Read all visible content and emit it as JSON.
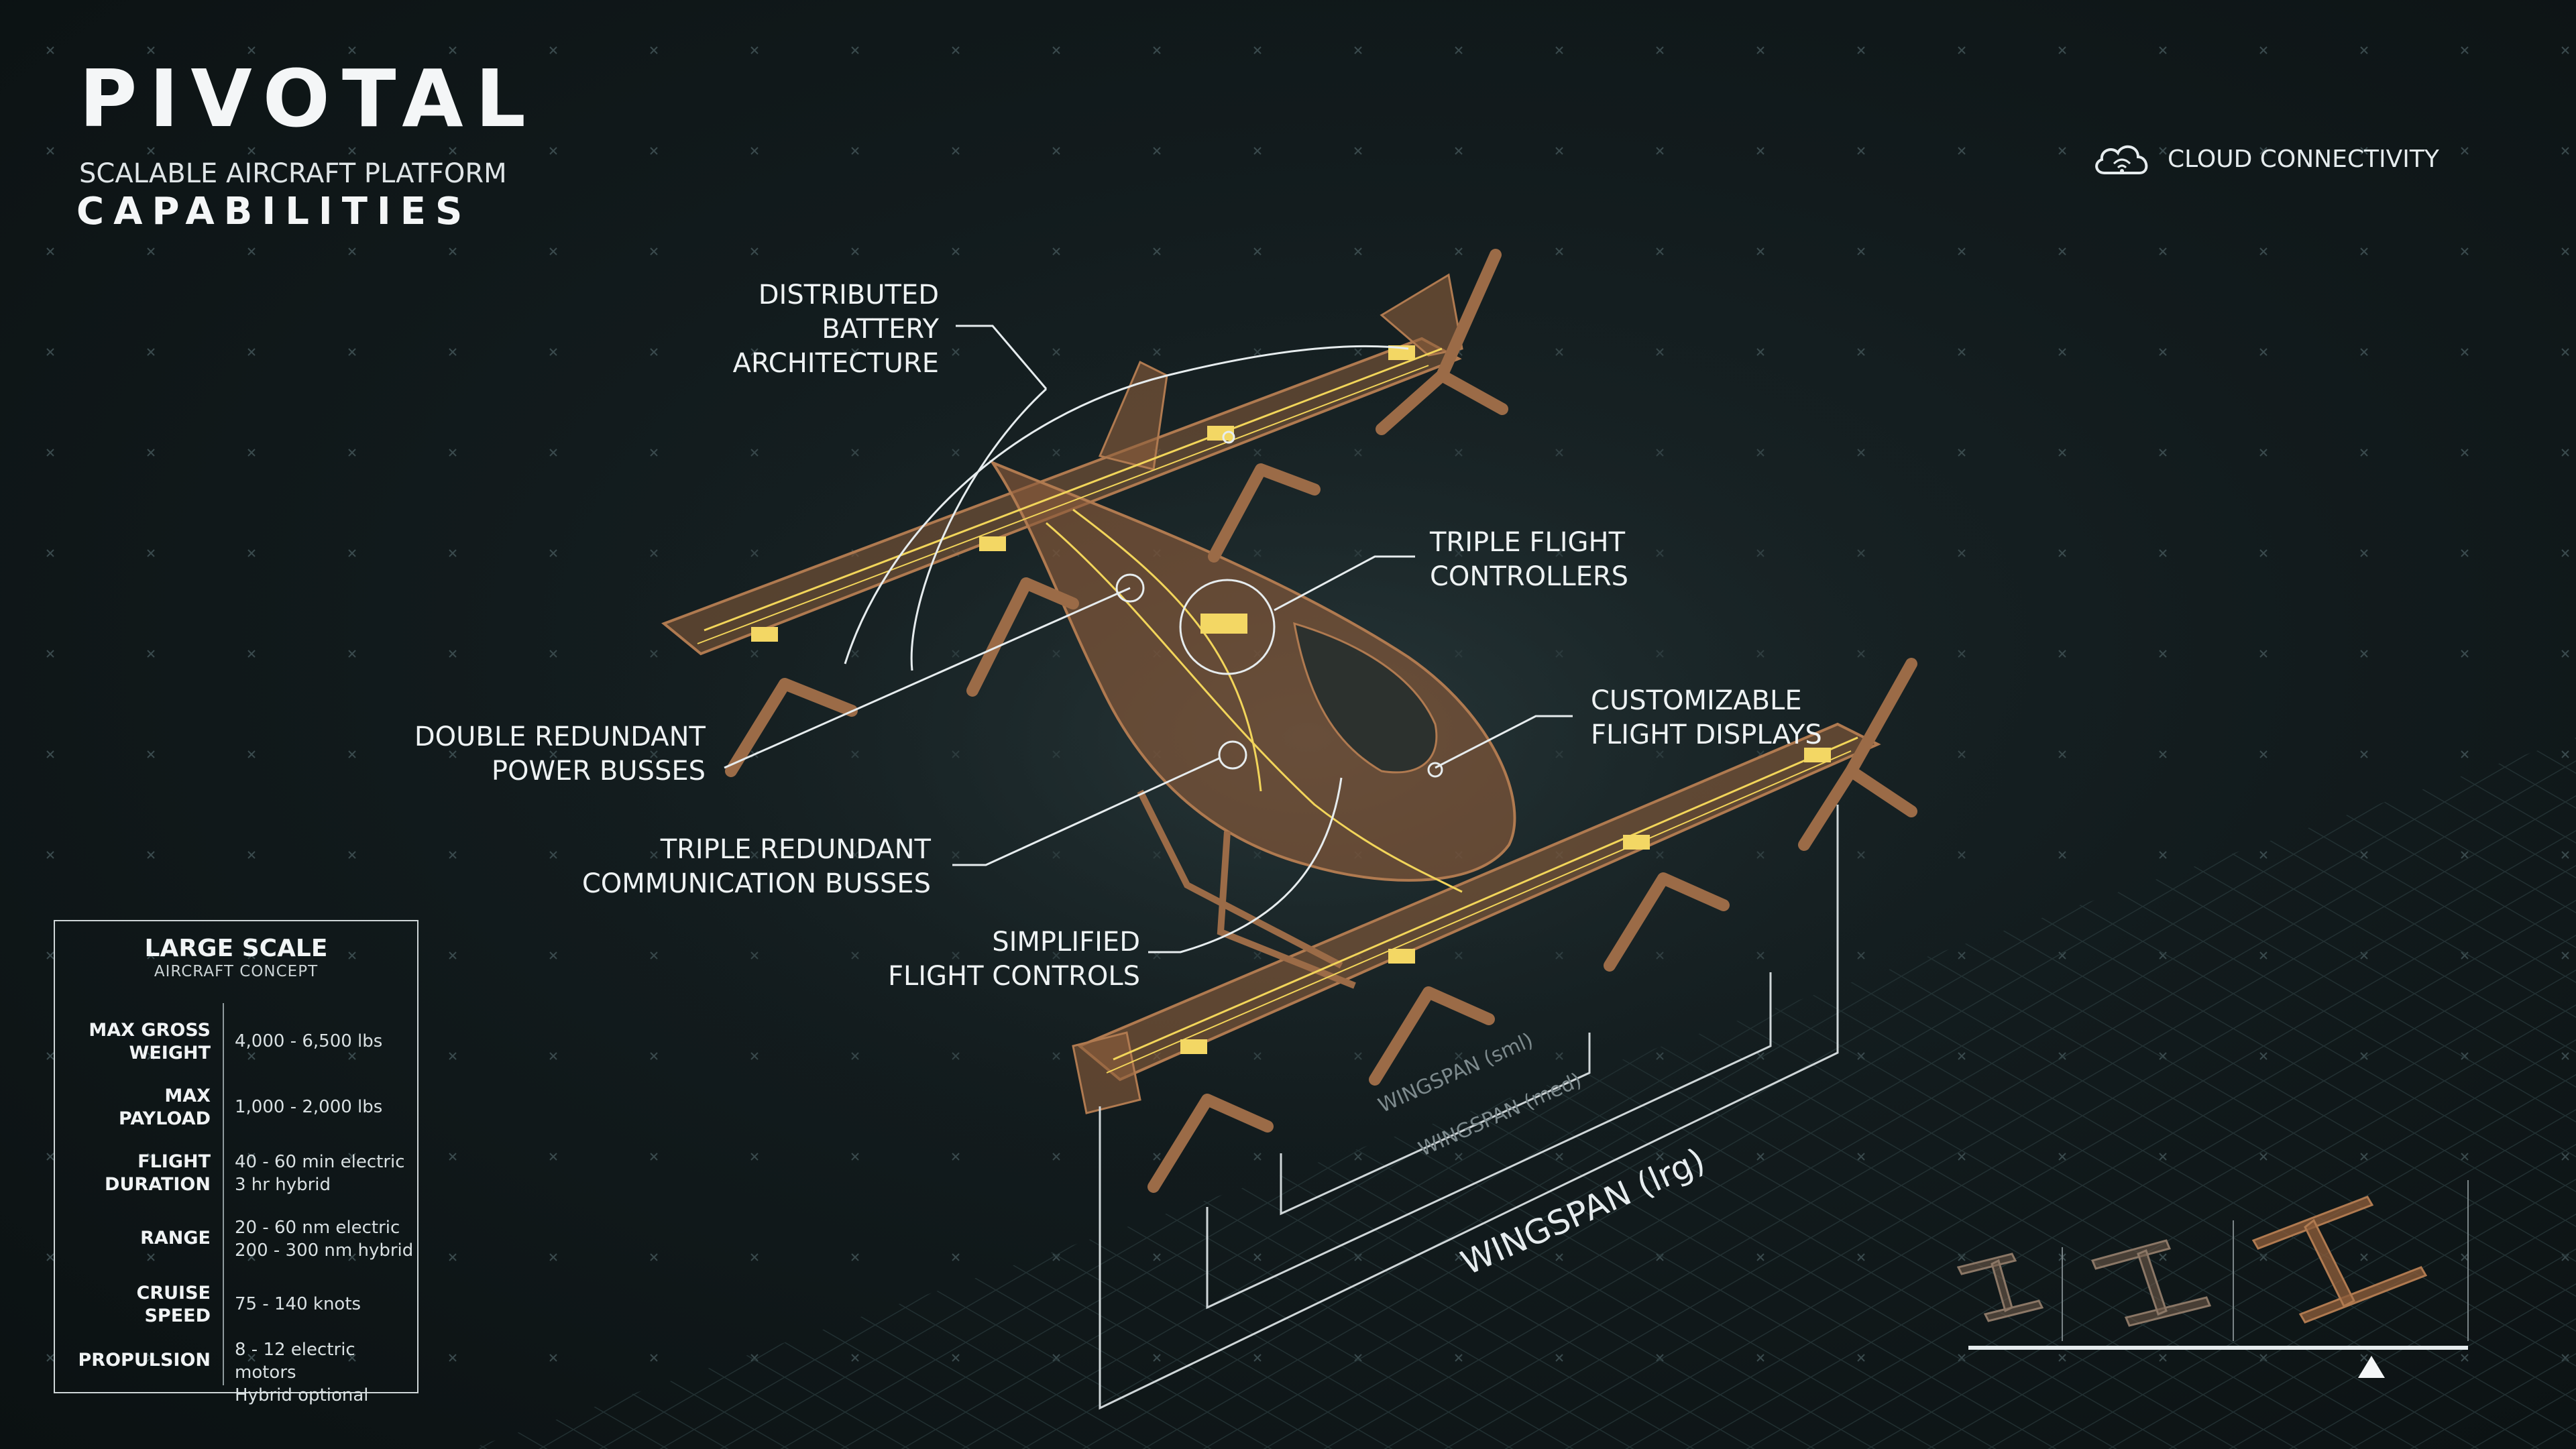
{
  "brand": {
    "logo": "PIVOTAL",
    "subtitle": "SCALABLE AIRCRAFT PLATFORM",
    "title": "CAPABILITIES"
  },
  "cloud": {
    "icon": "cloud-wifi-icon",
    "label": "CLOUD CONNECTIVITY"
  },
  "callouts": {
    "battery": "DISTRIBUTED\nBATTERY\nARCHITECTURE",
    "flight_controllers": "TRIPLE FLIGHT\nCONTROLLERS",
    "power_busses": "DOUBLE REDUNDANT\nPOWER BUSSES",
    "displays": "CUSTOMIZABLE\nFLIGHT DISPLAYS",
    "comm_busses": "TRIPLE REDUNDANT\nCOMMUNICATION BUSSES",
    "flight_controls": "SIMPLIFIED\nFLIGHT CONTROLS"
  },
  "dimensions": {
    "wingspan_sml": "WINGSPAN (sml)",
    "wingspan_med": "WINGSPAN (med)",
    "wingspan_lrg": "WINGSPAN (lrg)"
  },
  "spec": {
    "title": "LARGE SCALE",
    "subtitle": "AIRCRAFT CONCEPT",
    "rows": [
      {
        "label": "MAX GROSS\nWEIGHT",
        "value": "4,000 - 6,500 lbs"
      },
      {
        "label": "MAX\nPAYLOAD",
        "value": "1,000 - 2,000 lbs"
      },
      {
        "label": "FLIGHT\nDURATION",
        "value": "40 - 60 min electric\n3 hr hybrid"
      },
      {
        "label": "RANGE",
        "value": "20 - 60 nm electric\n200 - 300 nm hybrid"
      },
      {
        "label": "CRUISE\nSPEED",
        "value": "75 - 140 knots"
      },
      {
        "label": "PROPULSION",
        "value": "8 - 12 electric motors\nHybrid optional"
      }
    ]
  },
  "colors": {
    "background": "#121b1d",
    "airframe": "#9a6a45",
    "wiring": "#f2d55a",
    "line": "#e6ecee"
  }
}
